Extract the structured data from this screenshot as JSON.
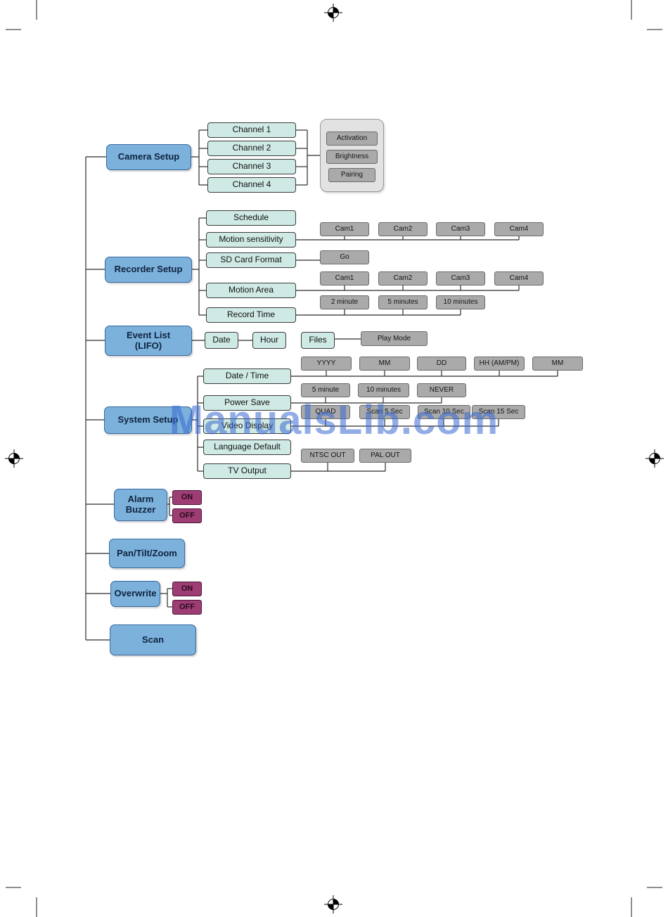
{
  "watermark": "ManualsLib.com",
  "palette": {
    "main_box": "#7bb1db",
    "sub_box": "#cfe9e5",
    "gray_box": "#aaaaaa",
    "toggle_box": "#9d3d73",
    "watermark_blue": "#3969d2"
  },
  "camera_setup": {
    "label": "Camera Setup",
    "channels": [
      "Channel 1",
      "Channel 2",
      "Channel 3",
      "Channel 4"
    ],
    "options": [
      "Activation",
      "Brightness",
      "Pairing"
    ]
  },
  "recorder_setup": {
    "label": "Recorder Setup",
    "items": {
      "schedule": "Schedule",
      "motion_sensitivity": "Motion sensitivity",
      "sd_card_format": "SD Card Format",
      "motion_area": "Motion Area",
      "record_time": "Record Time"
    },
    "motion_sensitivity_cams": [
      "Cam1",
      "Cam2",
      "Cam3",
      "Cam4"
    ],
    "sd_card_action": "Go",
    "motion_area_cams": [
      "Cam1",
      "Cam2",
      "Cam3",
      "Cam4"
    ],
    "record_time_options": [
      "2 minute",
      "5 minutes",
      "10 minutes"
    ]
  },
  "event_list": {
    "label_line1": "Event List",
    "label_line2": "(LIFO)",
    "date": "Date",
    "hour": "Hour",
    "files": "Files",
    "play_mode": "Play Mode"
  },
  "system_setup": {
    "label": "System Setup",
    "items": {
      "date_time": "Date / Time",
      "power_save": "Power Save",
      "video_display": "Video Display",
      "language_default": "Language Default",
      "tv_output": "TV Output"
    },
    "date_time_fields": [
      "YYYY",
      "MM",
      "DD",
      "HH (AM/PM)",
      "MM"
    ],
    "power_save_options": [
      "5 minute",
      "10 minutes",
      "NEVER"
    ],
    "video_display_options": [
      "QUAD",
      "Scan 5 Sec",
      "Scan 10 Sec",
      "Scan 15 Sec"
    ],
    "tv_output_options": [
      "NTSC OUT",
      "PAL OUT"
    ]
  },
  "alarm_buzzer": {
    "label_line1": "Alarm",
    "label_line2": "Buzzer",
    "on": "ON",
    "off": "OFF"
  },
  "pan_tilt_zoom": {
    "label": "Pan/Tilt/Zoom"
  },
  "overwrite": {
    "label": "Overwrite",
    "on": "ON",
    "off": "OFF"
  },
  "scan": {
    "label": "Scan"
  }
}
